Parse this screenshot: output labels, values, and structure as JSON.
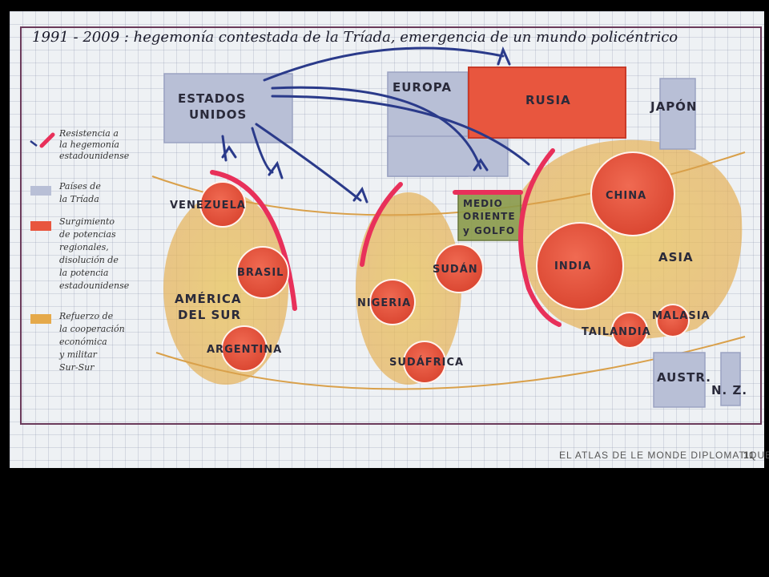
{
  "title": "1991 - 2009 : hegemonía contestada de la Tríada, emergencia de un mundo policéntrico",
  "labels": {
    "usa_1": "ESTADOS",
    "usa_2": "UNIDOS",
    "europe": "EUROPA",
    "russia": "RUSIA",
    "japan": "JAPÓN",
    "asia": "ASIA",
    "middle_east_1": "MEDIO",
    "middle_east_2": "ORIENTE",
    "middle_east_3": "y GOLFO",
    "south_america_1": "AMÉRICA",
    "south_america_2": "DEL SUR",
    "venezuela": "VENEZUELA",
    "brazil": "BRASIL",
    "argentina": "ARGENTINA",
    "nigeria": "NIGERIA",
    "sudan": "SUDÁN",
    "south_africa": "SUDÁFRICA",
    "china": "CHINA",
    "india": "INDIA",
    "thailand": "TAILANDIA",
    "malaysia": "MALASIA",
    "austr": "AUSTR.",
    "nz": "N. Z."
  },
  "legend": {
    "resistance": [
      "Resistencia a",
      "la hegemonía",
      "estadounidense"
    ],
    "triad": [
      "Países de",
      "la Tríada"
    ],
    "regional": [
      "Surgimiento",
      "de potencias",
      "regionales,",
      "disolución de",
      "la potencia",
      "estadounidense"
    ],
    "south_south": [
      "Refuerzo de",
      "la cooperación",
      "económica",
      "y militar",
      "Sur-Sur"
    ]
  },
  "footer": {
    "source": "EL ATLAS DE LE MONDE DIPLOMATIQUE",
    "page": "11"
  },
  "colors": {
    "triad": "#b8bfd6",
    "regional_power": "#e8563e",
    "south_south": "#e5a94a",
    "resistance": "#e8305a",
    "us_arrows": "#2a3a8a",
    "middle_east": "#8a9a4a"
  }
}
